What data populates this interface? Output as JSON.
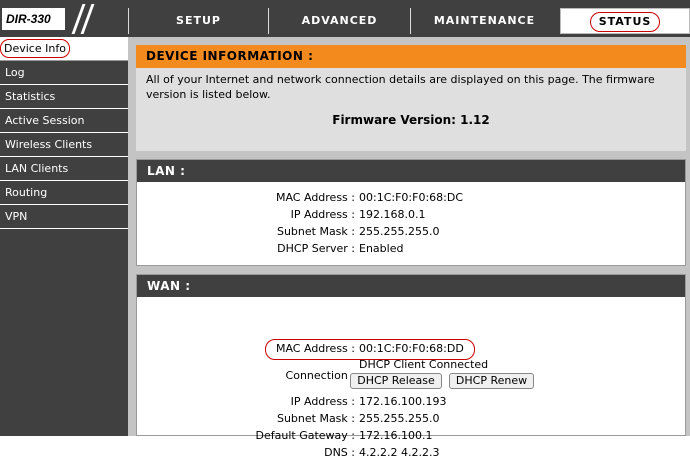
{
  "header": {
    "model": "DIR-330",
    "tabs": [
      {
        "label": "SETUP"
      },
      {
        "label": "ADVANCED"
      },
      {
        "label": "MAINTENANCE"
      },
      {
        "label": "STATUS"
      }
    ]
  },
  "sidebar": {
    "items": [
      {
        "label": "Device Info"
      },
      {
        "label": "Log"
      },
      {
        "label": "Statistics"
      },
      {
        "label": "Active Session"
      },
      {
        "label": "Wireless Clients"
      },
      {
        "label": "LAN Clients"
      },
      {
        "label": "Routing"
      },
      {
        "label": "VPN"
      }
    ]
  },
  "device_info": {
    "title": "DEVICE INFORMATION :",
    "description": "All of your Internet and network connection details are displayed on this page. The firmware version is listed below.",
    "firmware_label": "Firmware Version:",
    "firmware_value": "1.12"
  },
  "lan": {
    "title": "LAN :",
    "rows": [
      {
        "label": "MAC Address :",
        "value": "00:1C:F0:F0:68:DC"
      },
      {
        "label": "IP Address :",
        "value": "192.168.0.1"
      },
      {
        "label": "Subnet Mask :",
        "value": "255.255.255.0"
      },
      {
        "label": "DHCP Server :",
        "value": "Enabled"
      }
    ]
  },
  "wan": {
    "title": "WAN :",
    "mac_label": "MAC Address :",
    "mac_value": "00:1C:F0:F0:68:DD",
    "connection_label": "Connection :",
    "connection_value": "DHCP Client Connected",
    "release_button": "DHCP Release",
    "renew_button": "DHCP Renew",
    "rows": [
      {
        "label": "IP Address :",
        "value": "172.16.100.193"
      },
      {
        "label": "Subnet Mask :",
        "value": "255.255.255.0"
      },
      {
        "label": "Default Gateway :",
        "value": "172.16.100.1"
      },
      {
        "label": "DNS :",
        "value": "4.2.2.2 4.2.2.3"
      }
    ]
  },
  "colors": {
    "header_bg": "#404040",
    "accent_orange": "#f28a1e",
    "annotation_red": "#cc0000",
    "content_bg": "#c4c4c4"
  }
}
